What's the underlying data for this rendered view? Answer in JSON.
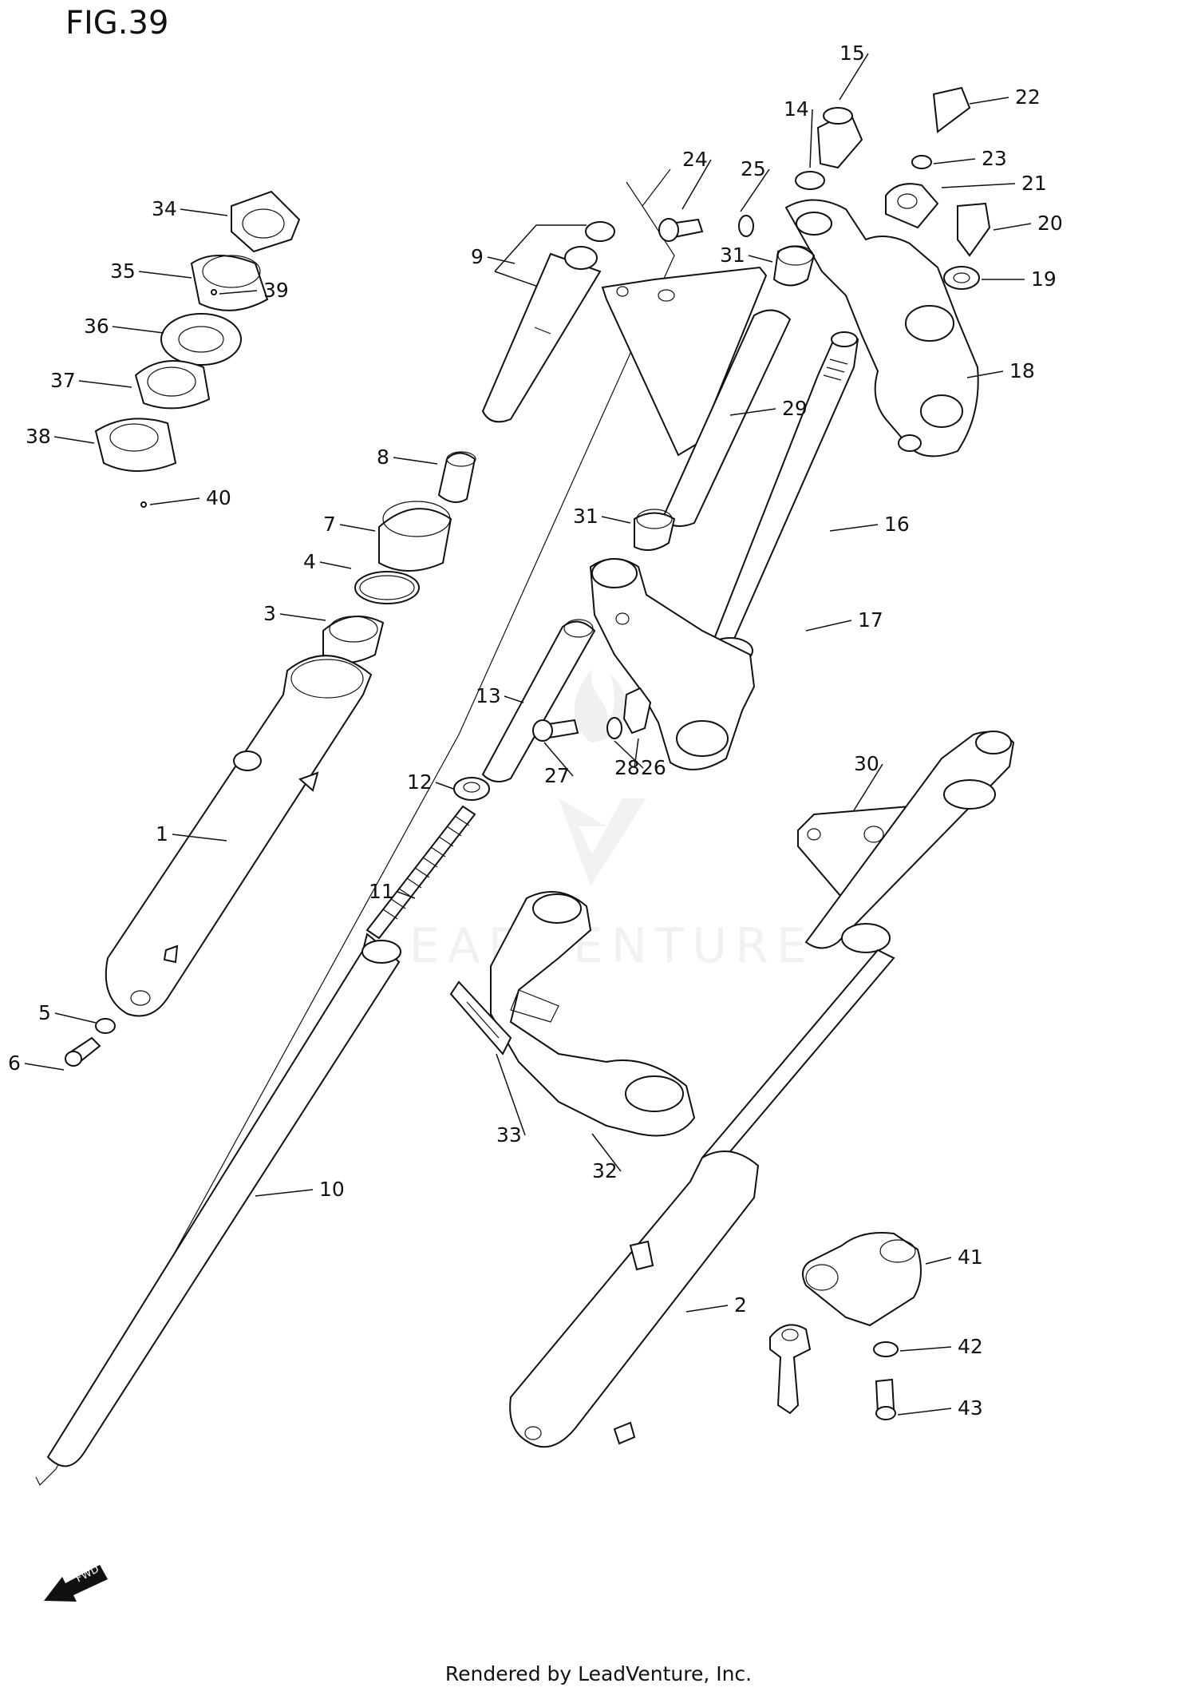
{
  "figure": {
    "title": "FIG.39"
  },
  "footer": {
    "text": "Rendered by LeadVenture, Inc."
  },
  "watermark": {
    "text": "LEADVENTURE",
    "color": "#e6e6e6"
  },
  "direction_arrow": {
    "label": "FWD",
    "icon": "fwd-arrow-icon"
  },
  "callouts": [
    "1",
    "2",
    "3",
    "4",
    "5",
    "6",
    "7",
    "8",
    "9",
    "10",
    "11",
    "12",
    "13",
    "14",
    "15",
    "16",
    "17",
    "18",
    "19",
    "20",
    "21",
    "22",
    "23",
    "24",
    "25",
    "26",
    "27",
    "28",
    "29",
    "30",
    "31",
    "31",
    "32",
    "33",
    "34",
    "35",
    "36",
    "37",
    "38",
    "39",
    "40",
    "41",
    "42",
    "43"
  ]
}
